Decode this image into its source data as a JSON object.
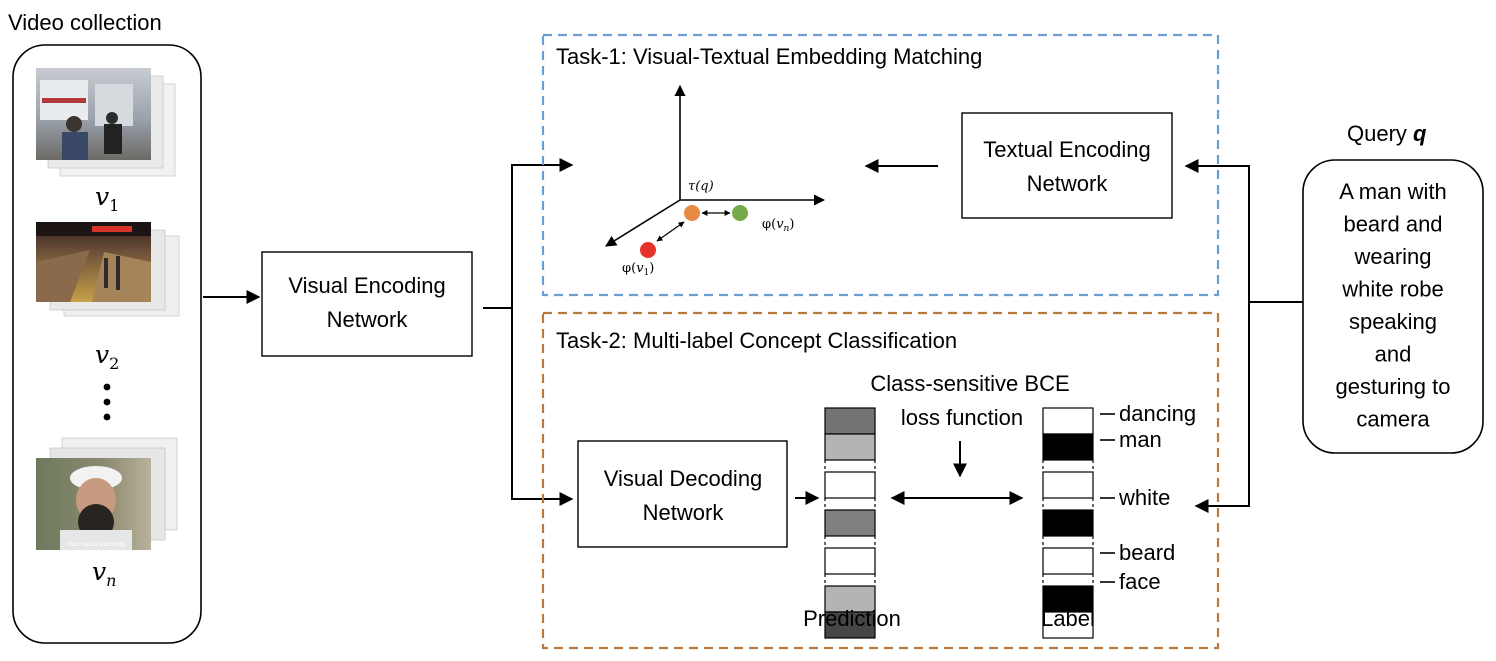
{
  "video_collection": {
    "title": "Video collection",
    "videos": [
      {
        "var": "v",
        "sub": "1"
      },
      {
        "var": "v",
        "sub": "2"
      },
      {
        "var": "v",
        "sub": "n"
      }
    ],
    "ellipsis": "⋮",
    "frame4_caption": "man we do slamming"
  },
  "visual_encoding": {
    "line1": "Visual Encoding",
    "line2": "Network"
  },
  "task1": {
    "title": "Task-1: Visual-Textual Embedding Matching",
    "border_color": "#6a9fd4",
    "tau_label": "τ(q)",
    "phi_vn": {
      "fn": "φ(",
      "var": "v",
      "sub": "n",
      "close": ")"
    },
    "phi_v1": {
      "fn": "φ(",
      "var": "v",
      "sub": "1",
      "close": ")"
    },
    "dots": {
      "orange": "#e68a45",
      "green": "#74ab48",
      "red": "#e8332a"
    }
  },
  "textual_encoding": {
    "line1": "Textual Encoding",
    "line2": "Network"
  },
  "query": {
    "label": "Query ",
    "symbol": "q",
    "lines": [
      "A man with",
      "beard and",
      "wearing",
      "white robe",
      "speaking",
      "and",
      "gesturing to",
      "camera"
    ]
  },
  "task2": {
    "title": "Task-2: Multi-label Concept Classification",
    "border_color": "#b87a3c",
    "bce_line1": "Class-sensitive BCE",
    "bce_line2": "loss function",
    "prediction_label": "Prediction",
    "label_label": "Label",
    "prediction_fills": [
      "#747474",
      "#b4b4b4",
      "#ffffff",
      "#808080",
      "#ffffff",
      "#b4b4b4",
      "#464646"
    ],
    "label_fills": [
      "#ffffff",
      "#000000",
      "#ffffff",
      "#000000",
      "#ffffff",
      "#000000",
      "#ffffff"
    ],
    "concepts": [
      "dancing",
      "man",
      "white",
      "beard",
      "face"
    ]
  },
  "visual_decoding": {
    "line1": "Visual Decoding",
    "line2": "Network"
  }
}
